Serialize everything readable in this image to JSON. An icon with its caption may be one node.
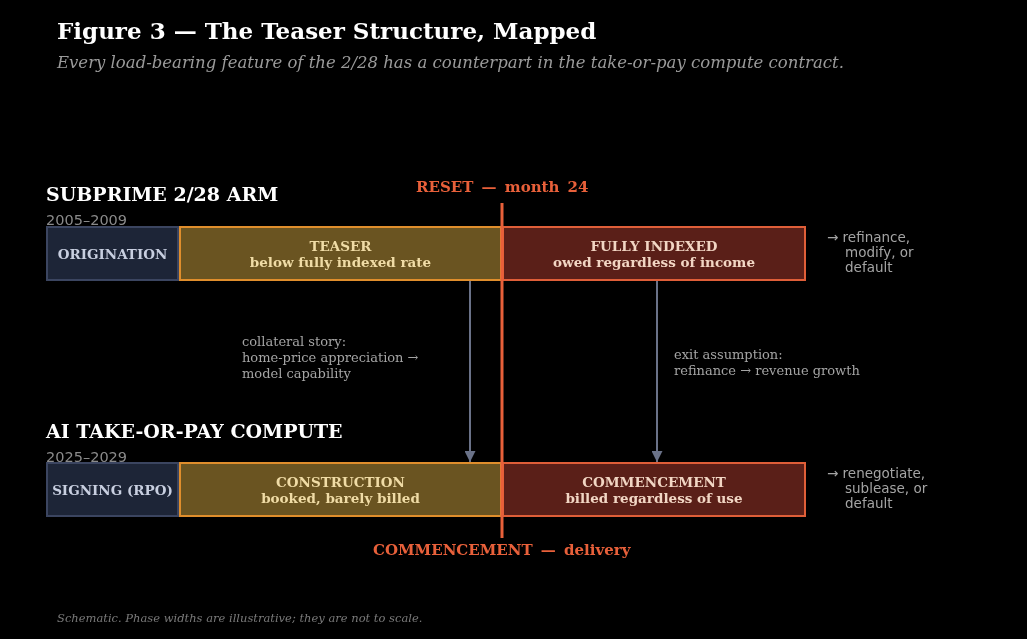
{
  "diagram": {
    "title": "Figure 3 — The Teaser Structure, Mapped",
    "caption": "Schematic. Phase widths are illustrative; they are not to scale.",
    "nodes": [
      {
        "text": [
          "ORIGINATION"
        ]
      },
      {
        "text": [
          "TEASER",
          "below fully indexed rate"
        ]
      },
      {
        "text": [
          "FULLY INDEXED",
          "owed regardless of income"
        ],
        "beside": [
          "→ refinance, modify, or default"
        ]
      },
      {
        "text": [
          "SIGNING (RPO)"
        ]
      },
      {
        "text": [
          "CONSTRUCTION",
          "booked, barely billed"
        ]
      },
      {
        "text": [
          "COMMENCEMENT",
          "billed regardless of use"
        ],
        "beside": [
          "→ renegotiate, sublease, or default"
        ]
      }
    ],
    "edges": [
      {
        "from": 1,
        "to": 4,
        "arrow": "to",
        "label": "collateral story: home-price appreciation → model capability"
      },
      {
        "from": 2,
        "to": 5,
        "arrow": "to",
        "label": "exit assumption: refinance → revenue growth"
      }
    ],
    "labels": [
      "Every load-bearing feature of the 2/28 has a counterpart in the take-or-pay compute contract.",
      "RESET — month 24",
      "SUBPRIME 2/28 ARM",
      "2005–2009",
      "AI TAKE-OR-PAY COMPUTE",
      "2025–2029",
      "COMMENCEMENT — delivery"
    ]
  }
}
